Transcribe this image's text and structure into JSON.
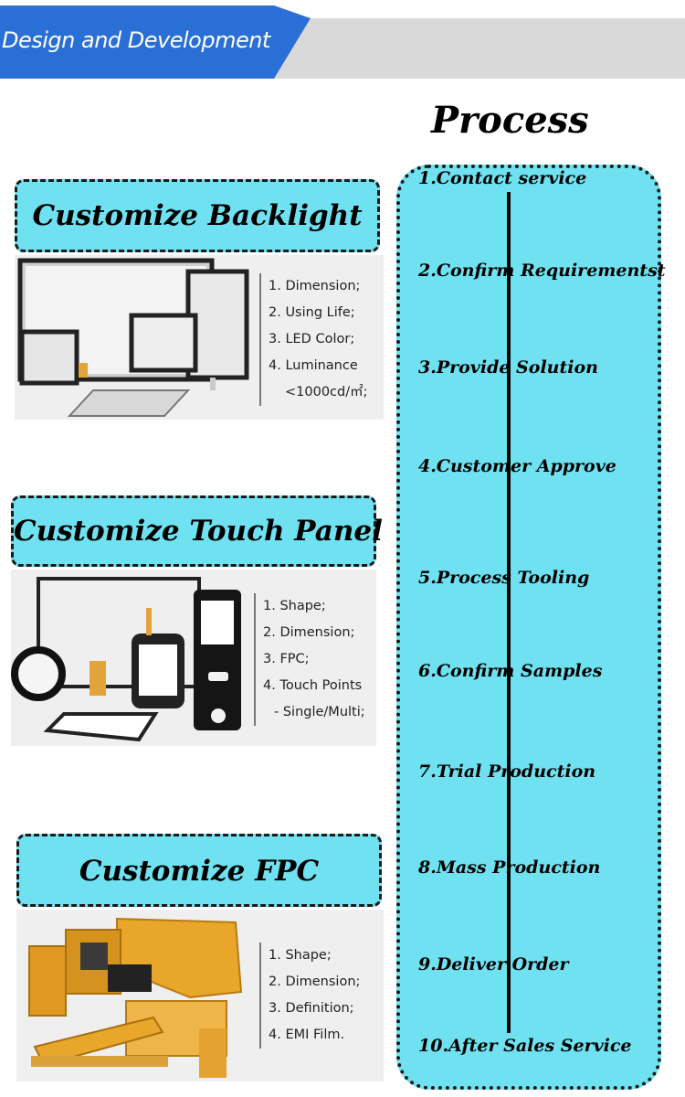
{
  "header": {
    "title": "Design and Development"
  },
  "process": {
    "title": "Process",
    "steps": [
      "1.Contact service",
      "2.Confirm Requirementst",
      "3.Provide Solution",
      "4.Customer Approve",
      "5.Process Tooling",
      "6.Confirm Samples",
      "7.Trial Production",
      "8.Mass Production",
      "9.Deliver  Order",
      "10.After Sales Service"
    ]
  },
  "sections": {
    "backlight": {
      "title": "Customize Backlight",
      "specs": [
        "1. Dimension;",
        "2. Using Life;",
        "3. LED Color;",
        "4. Luminance",
        "<1000cd/㎡;"
      ]
    },
    "touch_panel": {
      "title": "Customize Touch Panel",
      "specs": [
        "1. Shape;",
        "2. Dimension;",
        "3. FPC;",
        "4. Touch Points",
        "- Single/Multi;"
      ]
    },
    "fpc": {
      "title": "Customize FPC",
      "specs": [
        "1. Shape;",
        "2. Dimension;",
        "3. Definition;",
        "4. EMI Film."
      ]
    }
  },
  "colors": {
    "accent_cyan": "#6fe1f0",
    "header_blue": "#2a6fd6",
    "header_gray": "#d9d9d9",
    "fpc_orange": "#e8a62a"
  }
}
